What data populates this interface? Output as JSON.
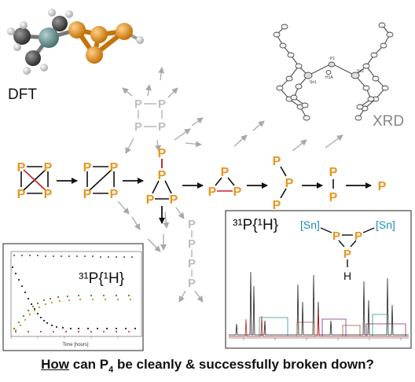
{
  "labels": {
    "dft": "DFT",
    "xrd": "XRD",
    "nmr_left": "³¹P{¹H}",
    "nmr_right": "³¹P{¹H}",
    "time_axis": "Time [hours]",
    "sn": "[Sn]",
    "h": "H",
    "p": "P",
    "xrd_atoms": [
      "P1",
      "Sn1",
      "Sn2",
      "H1A"
    ]
  },
  "caption": {
    "how": "How",
    "before_sub": " can P",
    "sub": "4",
    "after_sub": " be cleanly & successfully broken down?"
  },
  "colors": {
    "phosphorus": "#e8951e",
    "tin": "#1f8fb8",
    "ghost": "#bdbdbd",
    "arrow": "#111111"
  }
}
